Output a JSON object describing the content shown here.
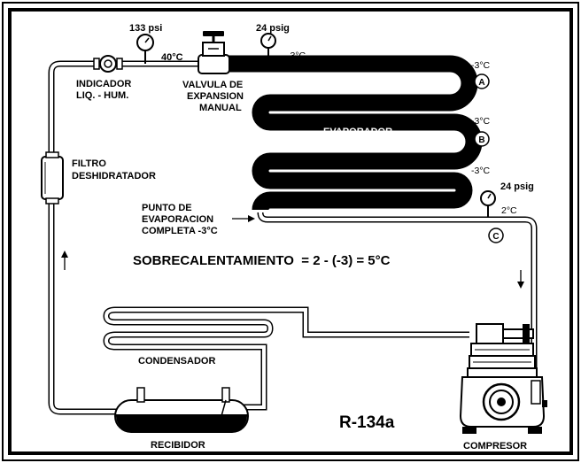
{
  "refrigerant": "R-134a",
  "equation": "SOBRECALENTAMIENTO  = 2 - (-3) = 5°C",
  "components": {
    "indicator": [
      "INDICADOR",
      "LIQ. - HUM."
    ],
    "valve": [
      "VALVULA DE",
      "EXPANSION",
      "MANUAL"
    ],
    "filter": [
      "FILTRO",
      "DESHIDRATADOR"
    ],
    "evaporator": "EVAPORADOR",
    "condenser": "CONDENSADOR",
    "receiver": "RECIBIDOR",
    "compressor": "COMPRESOR",
    "evap_point": [
      "PUNTO DE",
      "EVAPORACION",
      "COMPLETA -3°C"
    ]
  },
  "readings": {
    "high_pressure": "133 psi",
    "high_temp": "40°C",
    "low_pressure_inlet": "24 psig",
    "inlet_temp": "-3°C",
    "low_pressure_outlet": "24 psig",
    "outlet_temp": "2°C",
    "loop_temp_a": "-3°C",
    "loop_temp_b": "-3°C",
    "loop_temp_c": "-3°C"
  },
  "points": {
    "a": "A",
    "b": "B",
    "c": "C"
  }
}
